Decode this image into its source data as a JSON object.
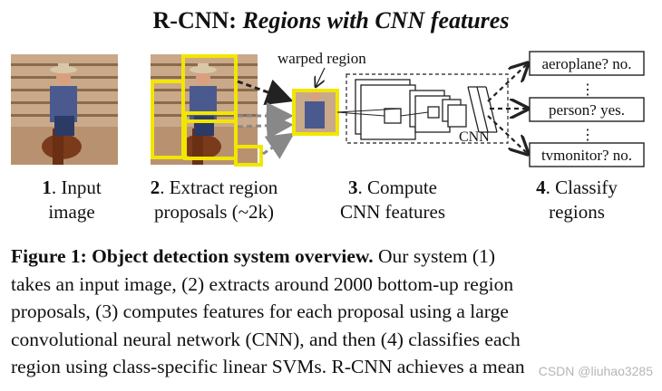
{
  "title": {
    "main": "R-CNN: ",
    "sub": "Regions with CNN features"
  },
  "diagram": {
    "warped_region_label": "warped region",
    "cnn_label": "CNN",
    "dots": "⋮",
    "classifications": [
      "aeroplane? no.",
      "person? yes.",
      "tvmonitor? no."
    ]
  },
  "stages": [
    {
      "number": "1",
      "line1": ". Input",
      "line2": "image"
    },
    {
      "number": "2",
      "line1": ". Extract region",
      "line2": "proposals (~2k)"
    },
    {
      "number": "3",
      "line1": ". Compute",
      "line2": "CNN features"
    },
    {
      "number": "4",
      "line1": ". Classify",
      "line2": "regions"
    }
  ],
  "caption": {
    "label": "Figure 1:  Object detection system overview.",
    "line1_rest": "  Our system (1)",
    "line2": "takes an input image, (2) extracts around 2000 bottom-up region",
    "line3": "proposals, (3) computes features for each proposal using a large",
    "line4": "convolutional neural network (CNN), and then (4) classifies each",
    "line5": "region using class-specific linear SVMs. R-CNN achieves a mean"
  },
  "watermark": "CSDN @liuhao3285",
  "colors": {
    "proposal_box": "#f2e600",
    "arrow": "#222222",
    "arrow_light": "#888888",
    "dashed_box": "#444444"
  }
}
